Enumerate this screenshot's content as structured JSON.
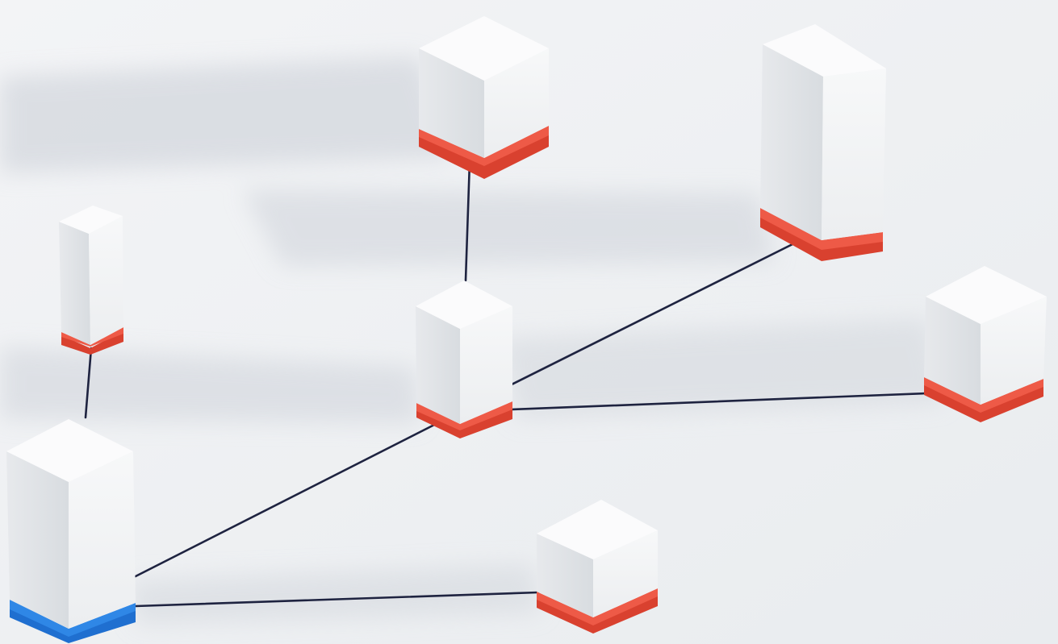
{
  "scene": {
    "subject": "network-topology-illustration",
    "colors": {
      "background": "#eef0f2",
      "cube_front": "#f4f5f6",
      "cube_side": "#e3e6e9",
      "cube_top": "#fbfbfc",
      "base_accent": "#ee5a47",
      "base_accent_dark": "#d9412f",
      "primary_base_accent": "#2f87e6",
      "primary_base_accent_dark": "#1f6fd0",
      "link_color": "#1e2340",
      "shadow": "#c9ced6"
    },
    "nodes": [
      {
        "id": "top-center",
        "base": "orange"
      },
      {
        "id": "top-right-tall",
        "base": "orange"
      },
      {
        "id": "left-slim",
        "base": "orange"
      },
      {
        "id": "center",
        "base": "orange"
      },
      {
        "id": "right",
        "base": "orange"
      },
      {
        "id": "bottom-left-primary",
        "base": "blue"
      },
      {
        "id": "bottom-center",
        "base": "orange"
      }
    ],
    "links": [
      [
        "top-center",
        "center"
      ],
      [
        "center",
        "top-right-tall"
      ],
      [
        "center",
        "right"
      ],
      [
        "center",
        "bottom-left-primary"
      ],
      [
        "left-slim",
        "bottom-left-primary"
      ],
      [
        "bottom-left-primary",
        "bottom-center"
      ]
    ]
  }
}
